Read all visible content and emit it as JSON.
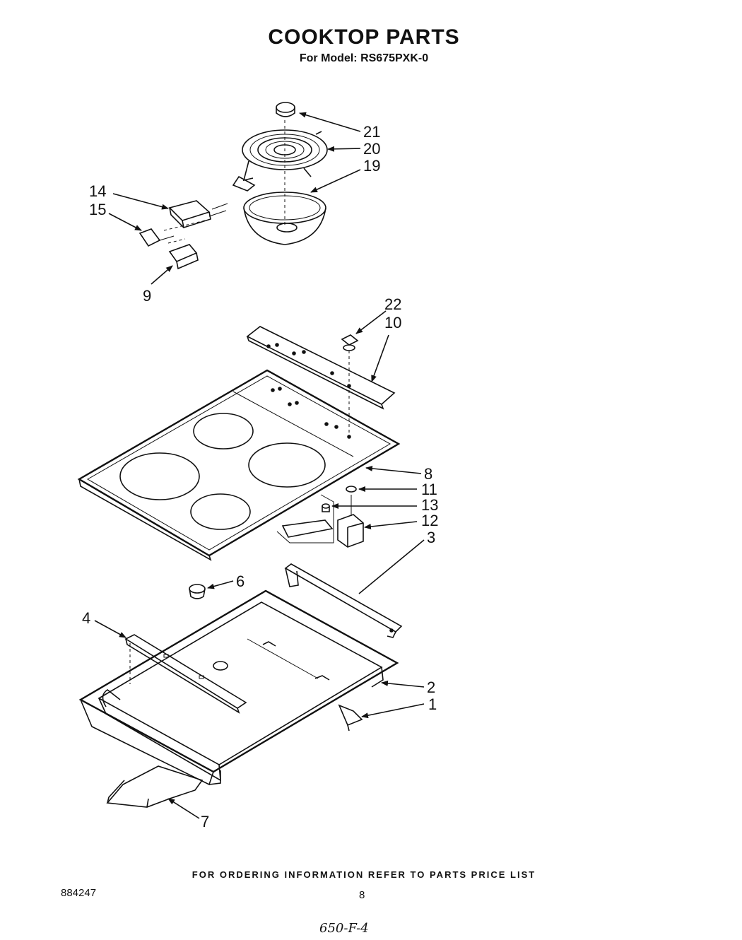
{
  "header": {
    "title": "COOKTOP PARTS",
    "subtitle": "For Model: RS675PXK-0"
  },
  "callouts": {
    "p21": "21",
    "p20": "20",
    "p19": "19",
    "p14": "14",
    "p15": "15",
    "p9": "9",
    "p22": "22",
    "p10": "10",
    "p8": "8",
    "p11": "11",
    "p13": "13",
    "p12": "12",
    "p3": "3",
    "p6": "6",
    "p4": "4",
    "p2": "2",
    "p1": "1",
    "p7": "7"
  },
  "footer": {
    "note": "FOR ORDERING INFORMATION REFER TO PARTS PRICE LIST",
    "doc_number": "884247",
    "page_number": "8",
    "handwritten": "650-F-4"
  }
}
